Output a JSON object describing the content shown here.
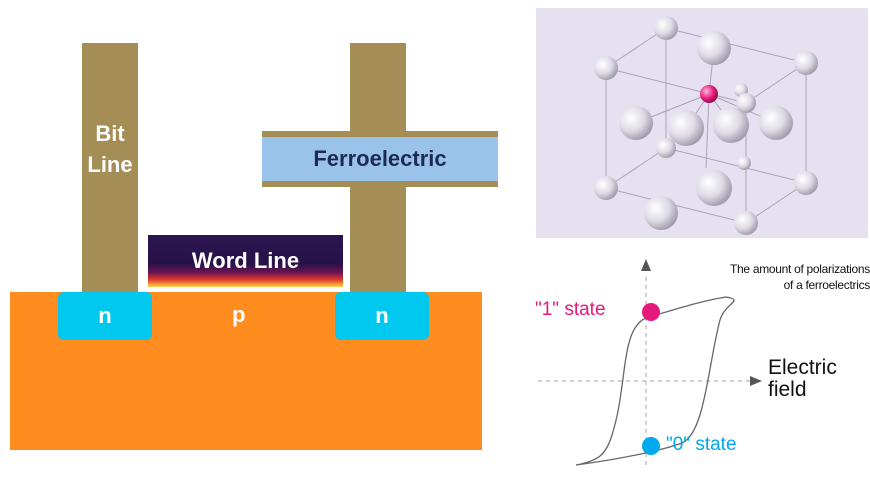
{
  "cell": {
    "bit_line_label": [
      "Bit",
      "Line"
    ],
    "word_line_label": "Word Line",
    "ferroelectric_label": "Ferroelectric",
    "n_left_label": "n",
    "p_label": "p",
    "n_right_label": "n"
  },
  "hysteresis": {
    "polarization_label": [
      "The amount of polarizations",
      "of a ferroelectrics"
    ],
    "electric_field_label": [
      "Electric",
      "field"
    ],
    "state1_label": "\"1\" state",
    "state0_label": "\"0\" state"
  },
  "colors": {
    "substrate": "#ff8c1f",
    "diffusion": "#00c8ef",
    "metal": "#a58d56",
    "ferroelectric": "#9ac3ec",
    "state1": "#e5197c",
    "state0": "#00a8ec",
    "panel": "#e6e0f1"
  },
  "icons": [
    "crystal-lattice-illustration",
    "axis-arrow-up-icon",
    "axis-arrow-right-icon"
  ]
}
